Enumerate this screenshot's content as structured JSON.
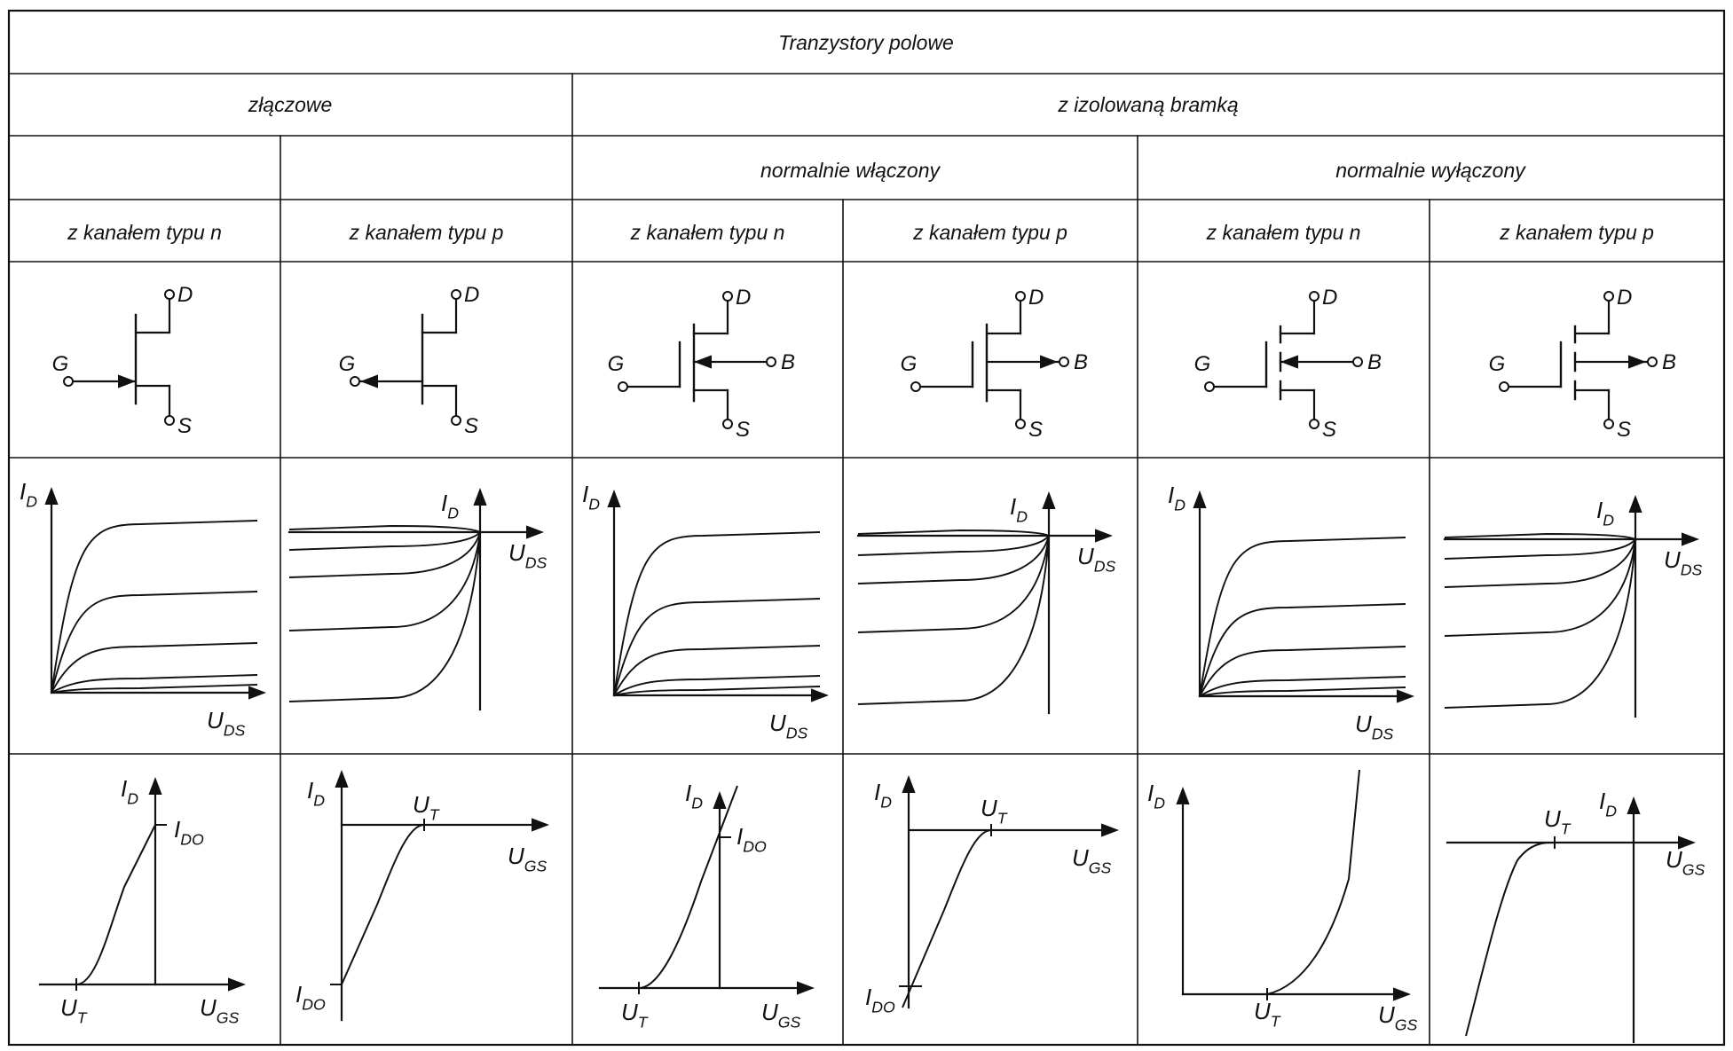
{
  "title": "Tranzystory polowe",
  "groups": {
    "junction": "złączowe",
    "insulated": "z izolowaną bramką"
  },
  "modes": {
    "on": "normalnie włączony",
    "off": "normalnie wyłączony"
  },
  "channel_labels": [
    "z kanałem typu n",
    "z kanałem typu p",
    "z kanałem typu n",
    "z kanałem typu p",
    "z kanałem typu n",
    "z kanałem typu p"
  ],
  "symbol_labels": {
    "gate": "G",
    "drain": "D",
    "source": "S",
    "bulk": "B"
  },
  "graph_labels": {
    "id_main": "I",
    "id_sub": "D",
    "uds_main": "U",
    "uds_sub": "DS",
    "ugs_main": "U",
    "ugs_sub": "GS",
    "ut_main": "U",
    "ut_sub": "T",
    "ido_main": "I",
    "ido_sub": "DO"
  }
}
